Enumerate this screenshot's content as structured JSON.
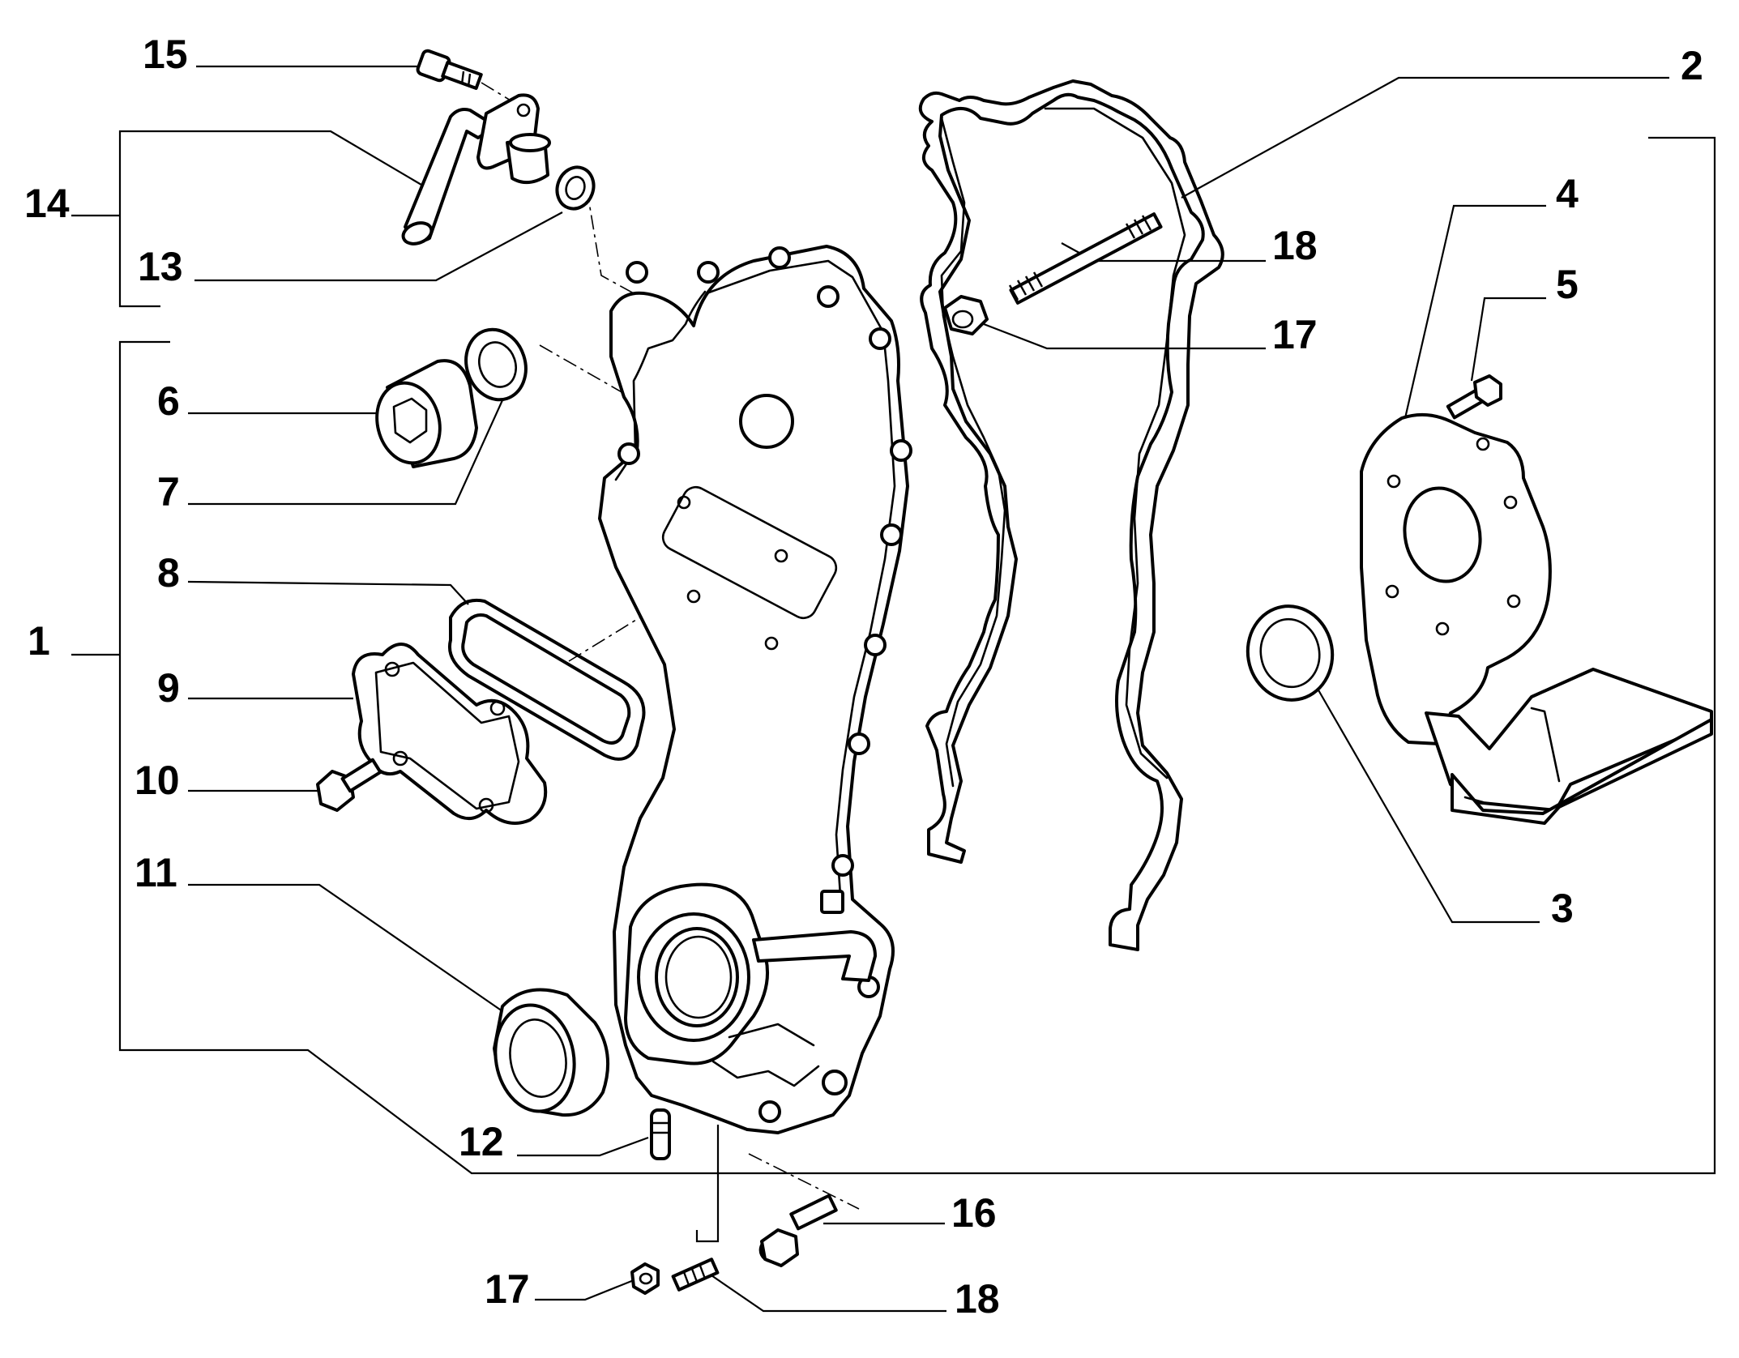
{
  "diagram": {
    "callouts": [
      {
        "key": "c15",
        "text": "15"
      },
      {
        "key": "c14",
        "text": "14"
      },
      {
        "key": "c13",
        "text": "13"
      },
      {
        "key": "c6",
        "text": "6"
      },
      {
        "key": "c7",
        "text": "7"
      },
      {
        "key": "c8",
        "text": "8"
      },
      {
        "key": "c1",
        "text": "1"
      },
      {
        "key": "c9",
        "text": "9"
      },
      {
        "key": "c10",
        "text": "10"
      },
      {
        "key": "c11",
        "text": "11"
      },
      {
        "key": "c12",
        "text": "12"
      },
      {
        "key": "c17b",
        "text": "17"
      },
      {
        "key": "c16",
        "text": "16"
      },
      {
        "key": "c18b",
        "text": "18"
      },
      {
        "key": "c2",
        "text": "2"
      },
      {
        "key": "c18a",
        "text": "18"
      },
      {
        "key": "c17a",
        "text": "17"
      },
      {
        "key": "c4",
        "text": "4"
      },
      {
        "key": "c5",
        "text": "5"
      },
      {
        "key": "c3",
        "text": "3"
      }
    ]
  }
}
